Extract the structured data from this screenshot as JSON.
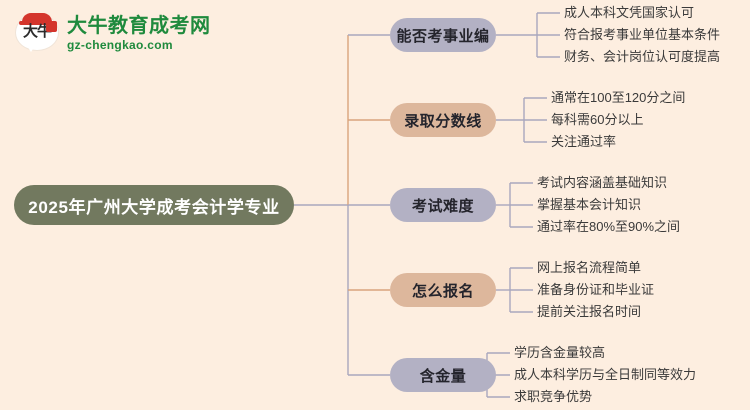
{
  "logo": {
    "mark_chars": "大牛",
    "title": "大牛教育成考网",
    "subtitle": "gz-chengkao.com",
    "brand_green": "#1f8a3d",
    "brand_red": "#d4352c"
  },
  "mindmap": {
    "background": "#fdeee0",
    "root": {
      "label": "2025年广州大学成考会计学专业",
      "color": "#72795f",
      "text_color": "#ffffff"
    },
    "connector_colors": {
      "purple": "#a9a7bd",
      "tan": "#d9a47d"
    },
    "branches": [
      {
        "label": "能否考事业编",
        "color": "#b3b1c4",
        "style": "purple",
        "leaves": [
          "成人本科文凭国家认可",
          "符合报考事业单位基本条件",
          "财务、会计岗位认可度提高"
        ]
      },
      {
        "label": "录取分数线",
        "color": "#ddb79c",
        "style": "peach",
        "leaves": [
          "通常在100至120分之间",
          "每科需60分以上",
          "关注通过率"
        ]
      },
      {
        "label": "考试难度",
        "color": "#b3b1c4",
        "style": "purple",
        "leaves": [
          "考试内容涵盖基础知识",
          "掌握基本会计知识",
          "通过率在80%至90%之间"
        ]
      },
      {
        "label": "怎么报名",
        "color": "#ddb79c",
        "style": "peach",
        "leaves": [
          "网上报名流程简单",
          "准备身份证和毕业证",
          "提前关注报名时间"
        ]
      },
      {
        "label": "含金量",
        "color": "#b3b1c4",
        "style": "purple",
        "leaves": [
          "学历含金量较高",
          "成人本科学历与全日制同等效力",
          "求职竞争优势"
        ]
      }
    ]
  }
}
